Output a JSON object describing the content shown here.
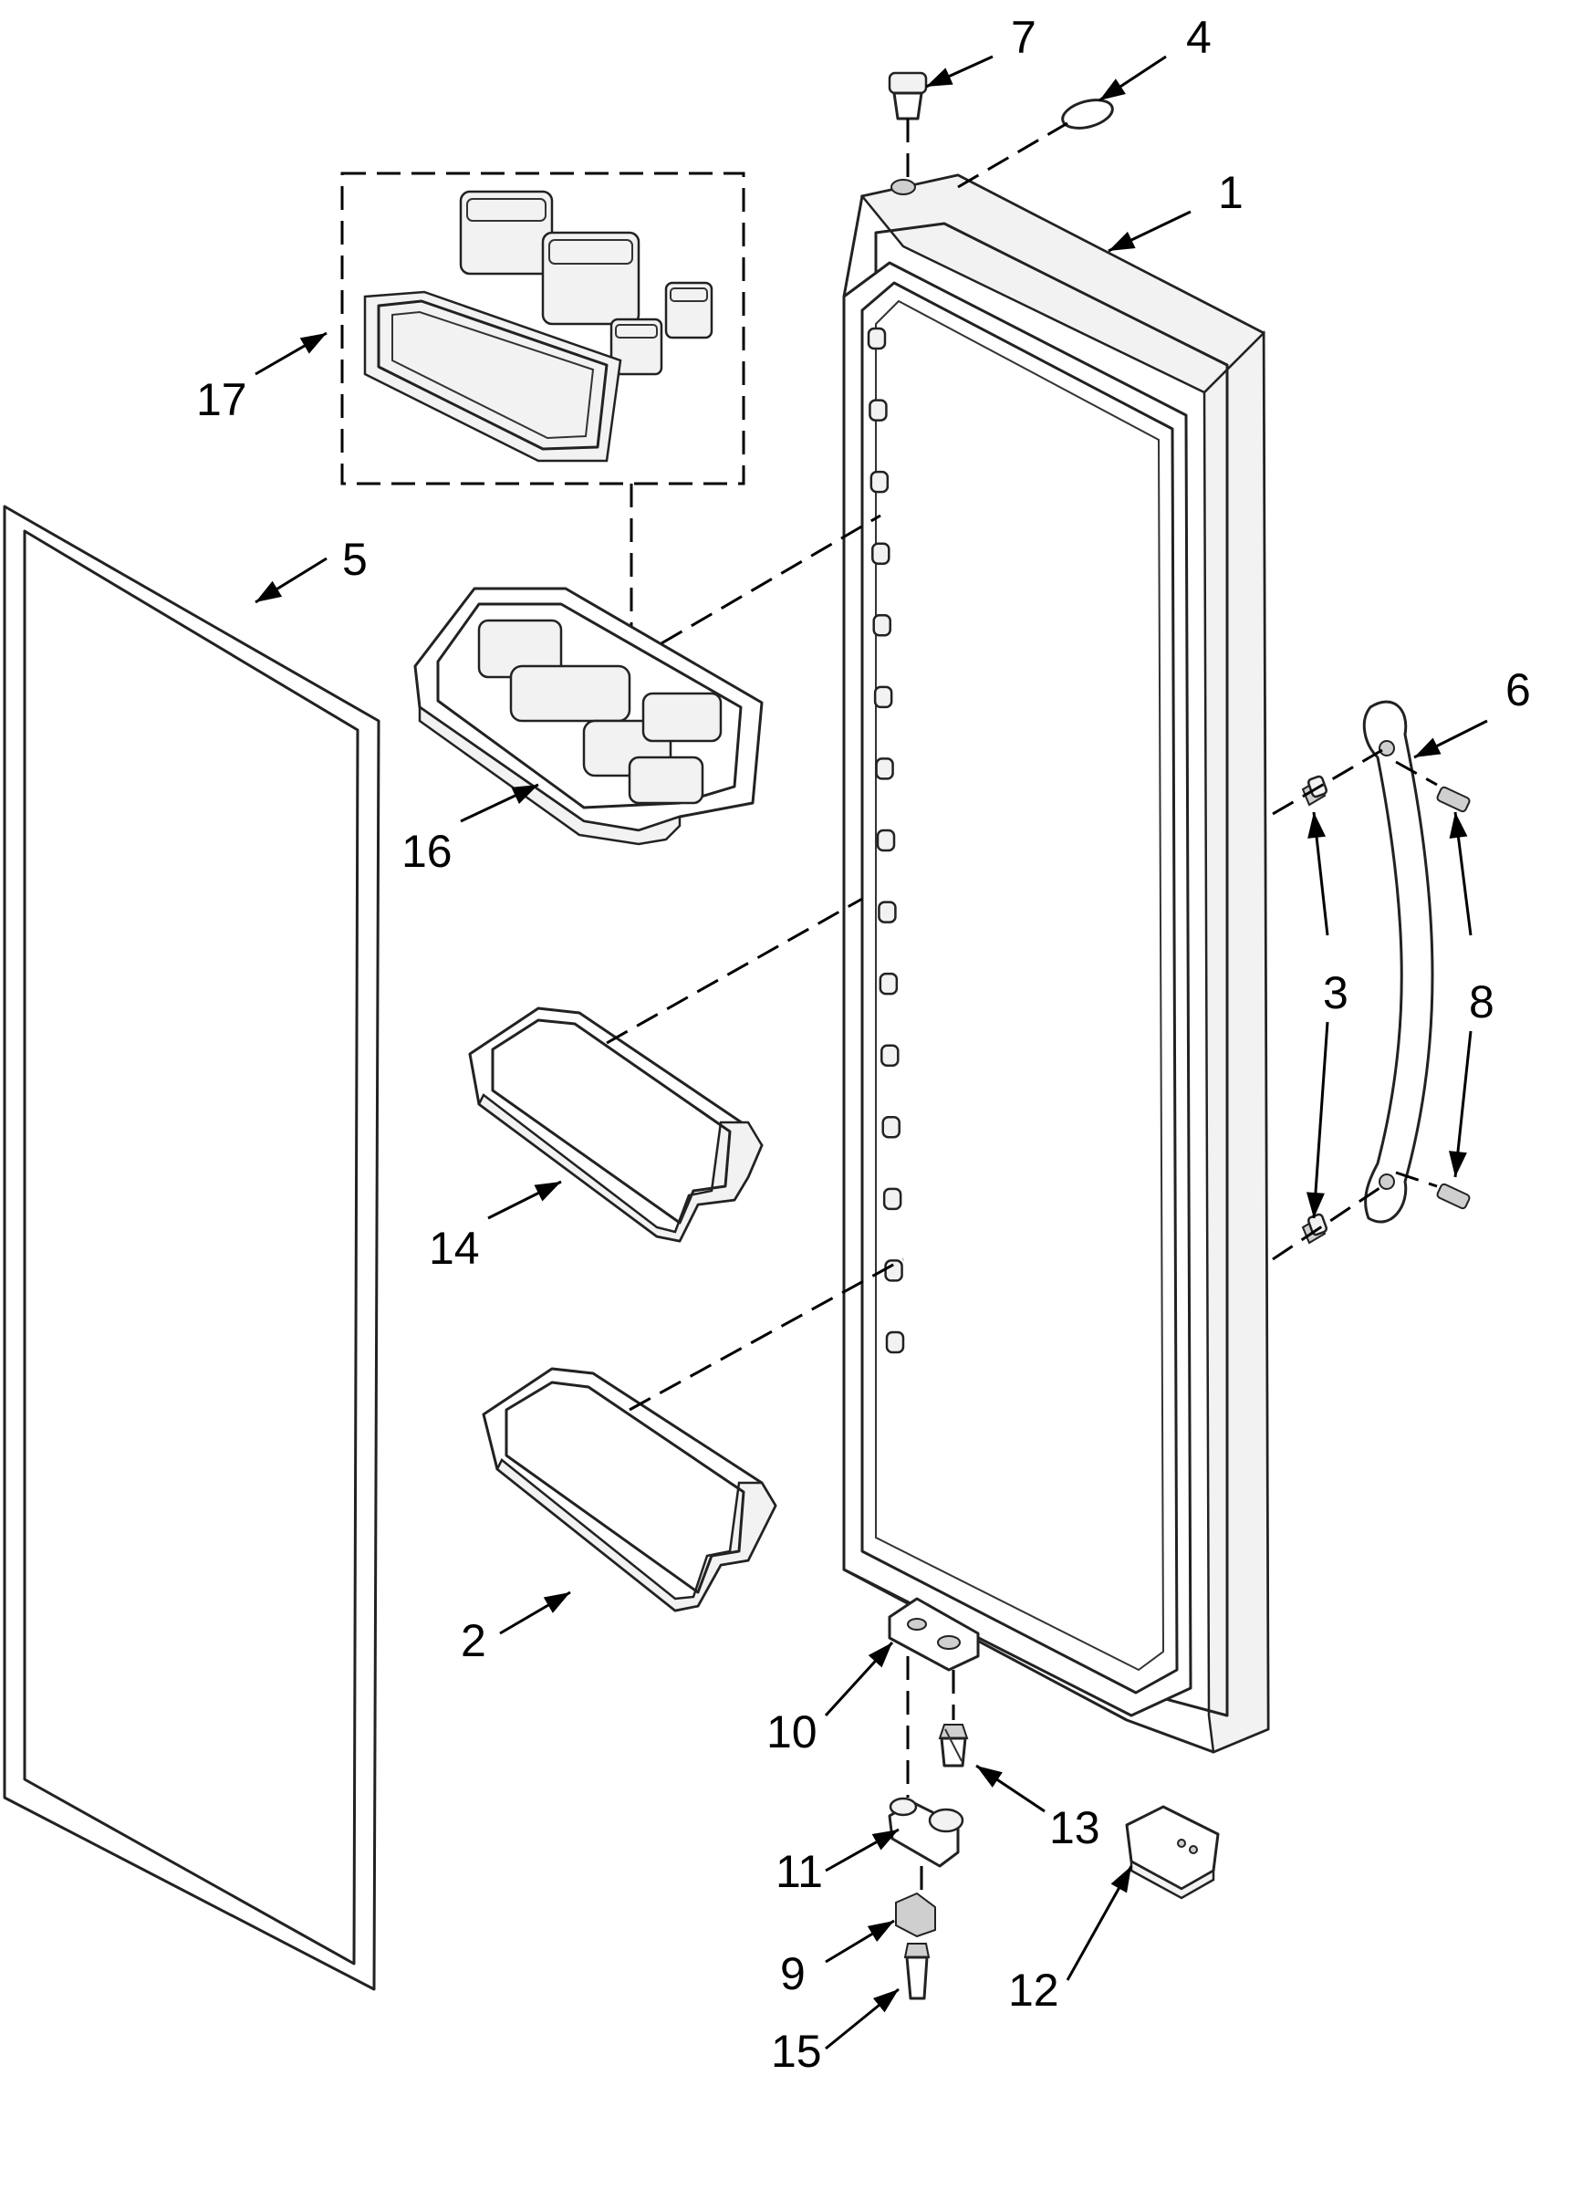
{
  "labels": {
    "p1": "1",
    "p2": "2",
    "p3": "3",
    "p4": "4",
    "p5": "5",
    "p6": "6",
    "p7": "7",
    "p8": "8",
    "p9": "9",
    "p10": "10",
    "p11": "11",
    "p12": "12",
    "p13": "13",
    "p14": "14",
    "p15": "15",
    "p16": "16",
    "p17": "17"
  },
  "colors": {
    "line": "#000000",
    "background": "#ffffff"
  }
}
